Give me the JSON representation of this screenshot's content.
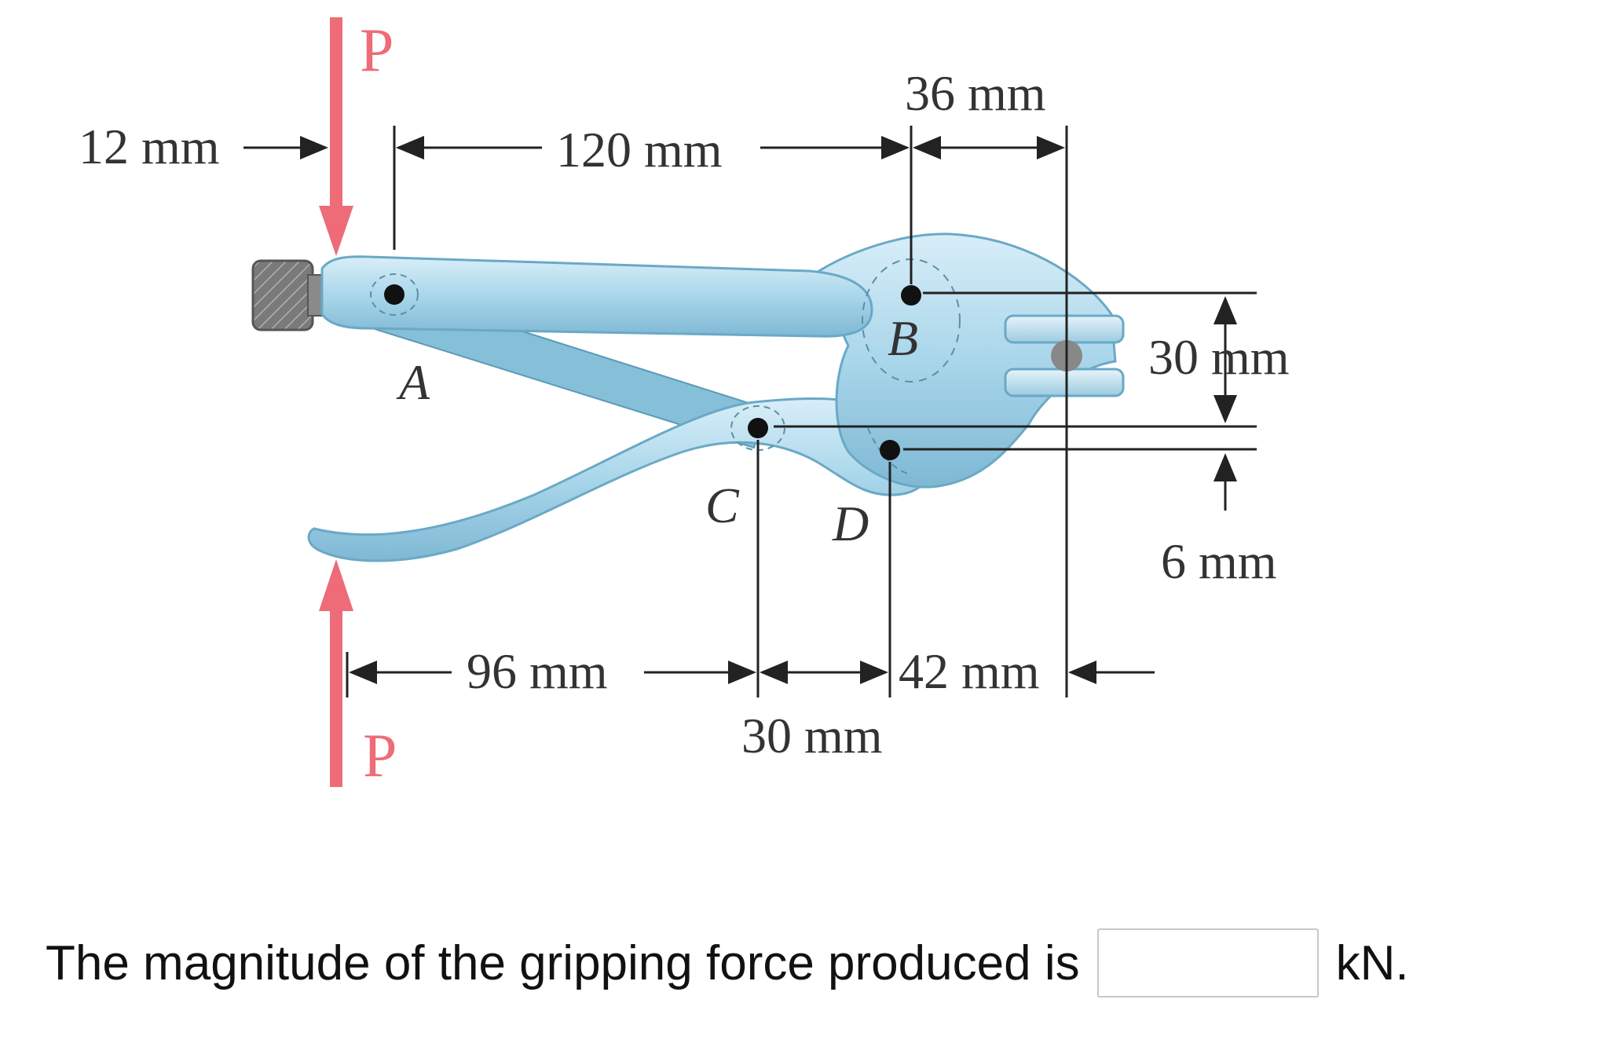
{
  "figure": {
    "force_label_top": "P",
    "force_label_bottom": "P",
    "force_color": "#ee6b78",
    "tool_color": "#a9d6ea",
    "points": {
      "A": "A",
      "B": "B",
      "C": "C",
      "D": "D"
    },
    "dimensions": {
      "d12": "12 mm",
      "d120": "120 mm",
      "d36": "36 mm",
      "d30_right": "30 mm",
      "d6": "6 mm",
      "d96": "96 mm",
      "d42": "42 mm",
      "d30_bottom": "30 mm"
    }
  },
  "question": {
    "prompt": "The magnitude of the gripping force produced is",
    "answer_value": "",
    "unit": "kN."
  }
}
